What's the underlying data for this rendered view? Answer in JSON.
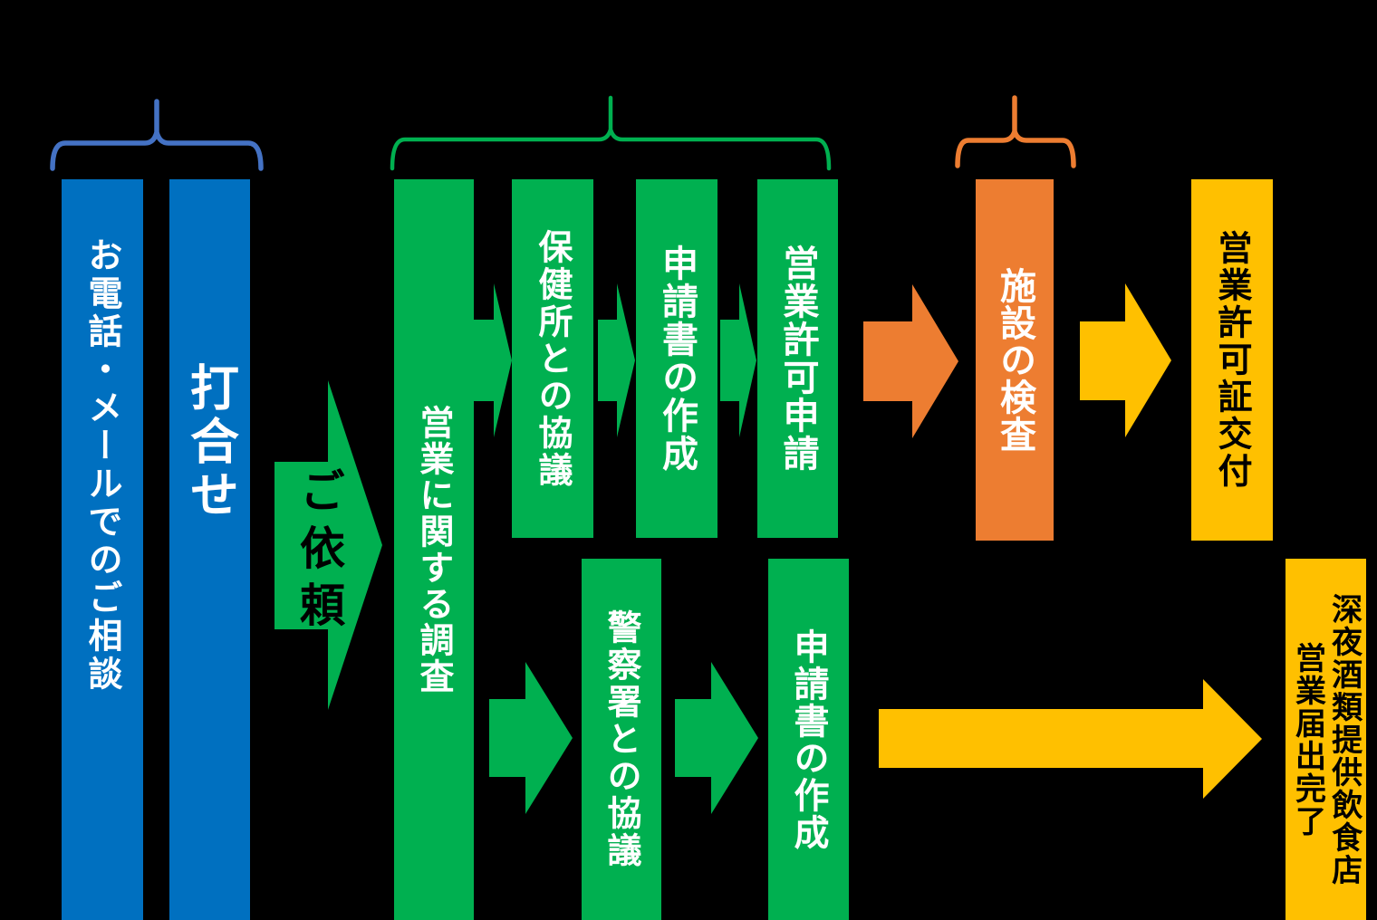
{
  "diagram": {
    "title": "restaurant-business-license-process-flow",
    "background": "#000000",
    "palette": {
      "blue_bar": "#0070C0",
      "blue_brace": "#4472C4",
      "green": "#00B050",
      "orange": "#ED7D31",
      "yellow": "#FFC000",
      "white_text": "#FFFFFF",
      "black_text": "#000000"
    },
    "nodes": {
      "phone_consult": {
        "label": "お電話・メールでのご相談"
      },
      "meeting": {
        "label": "打合せ"
      },
      "research": {
        "label": "営業に関する調査"
      },
      "health_center": {
        "label": "保健所との協議"
      },
      "application_top": {
        "label": "申請書の作成"
      },
      "license_application": {
        "label": "営業許可申請"
      },
      "facility_inspection": {
        "label": "施設の検査"
      },
      "license_issue": {
        "label": "営業許可証交付"
      },
      "police_consult": {
        "label": "警察署との協議"
      },
      "application_bottom": {
        "label": "申請書の作成"
      },
      "late_night_done": {
        "label": "深夜酒類提供飲食店\n営業届出完了"
      }
    },
    "arrows": {
      "request": {
        "label": "ご依頼"
      }
    }
  }
}
